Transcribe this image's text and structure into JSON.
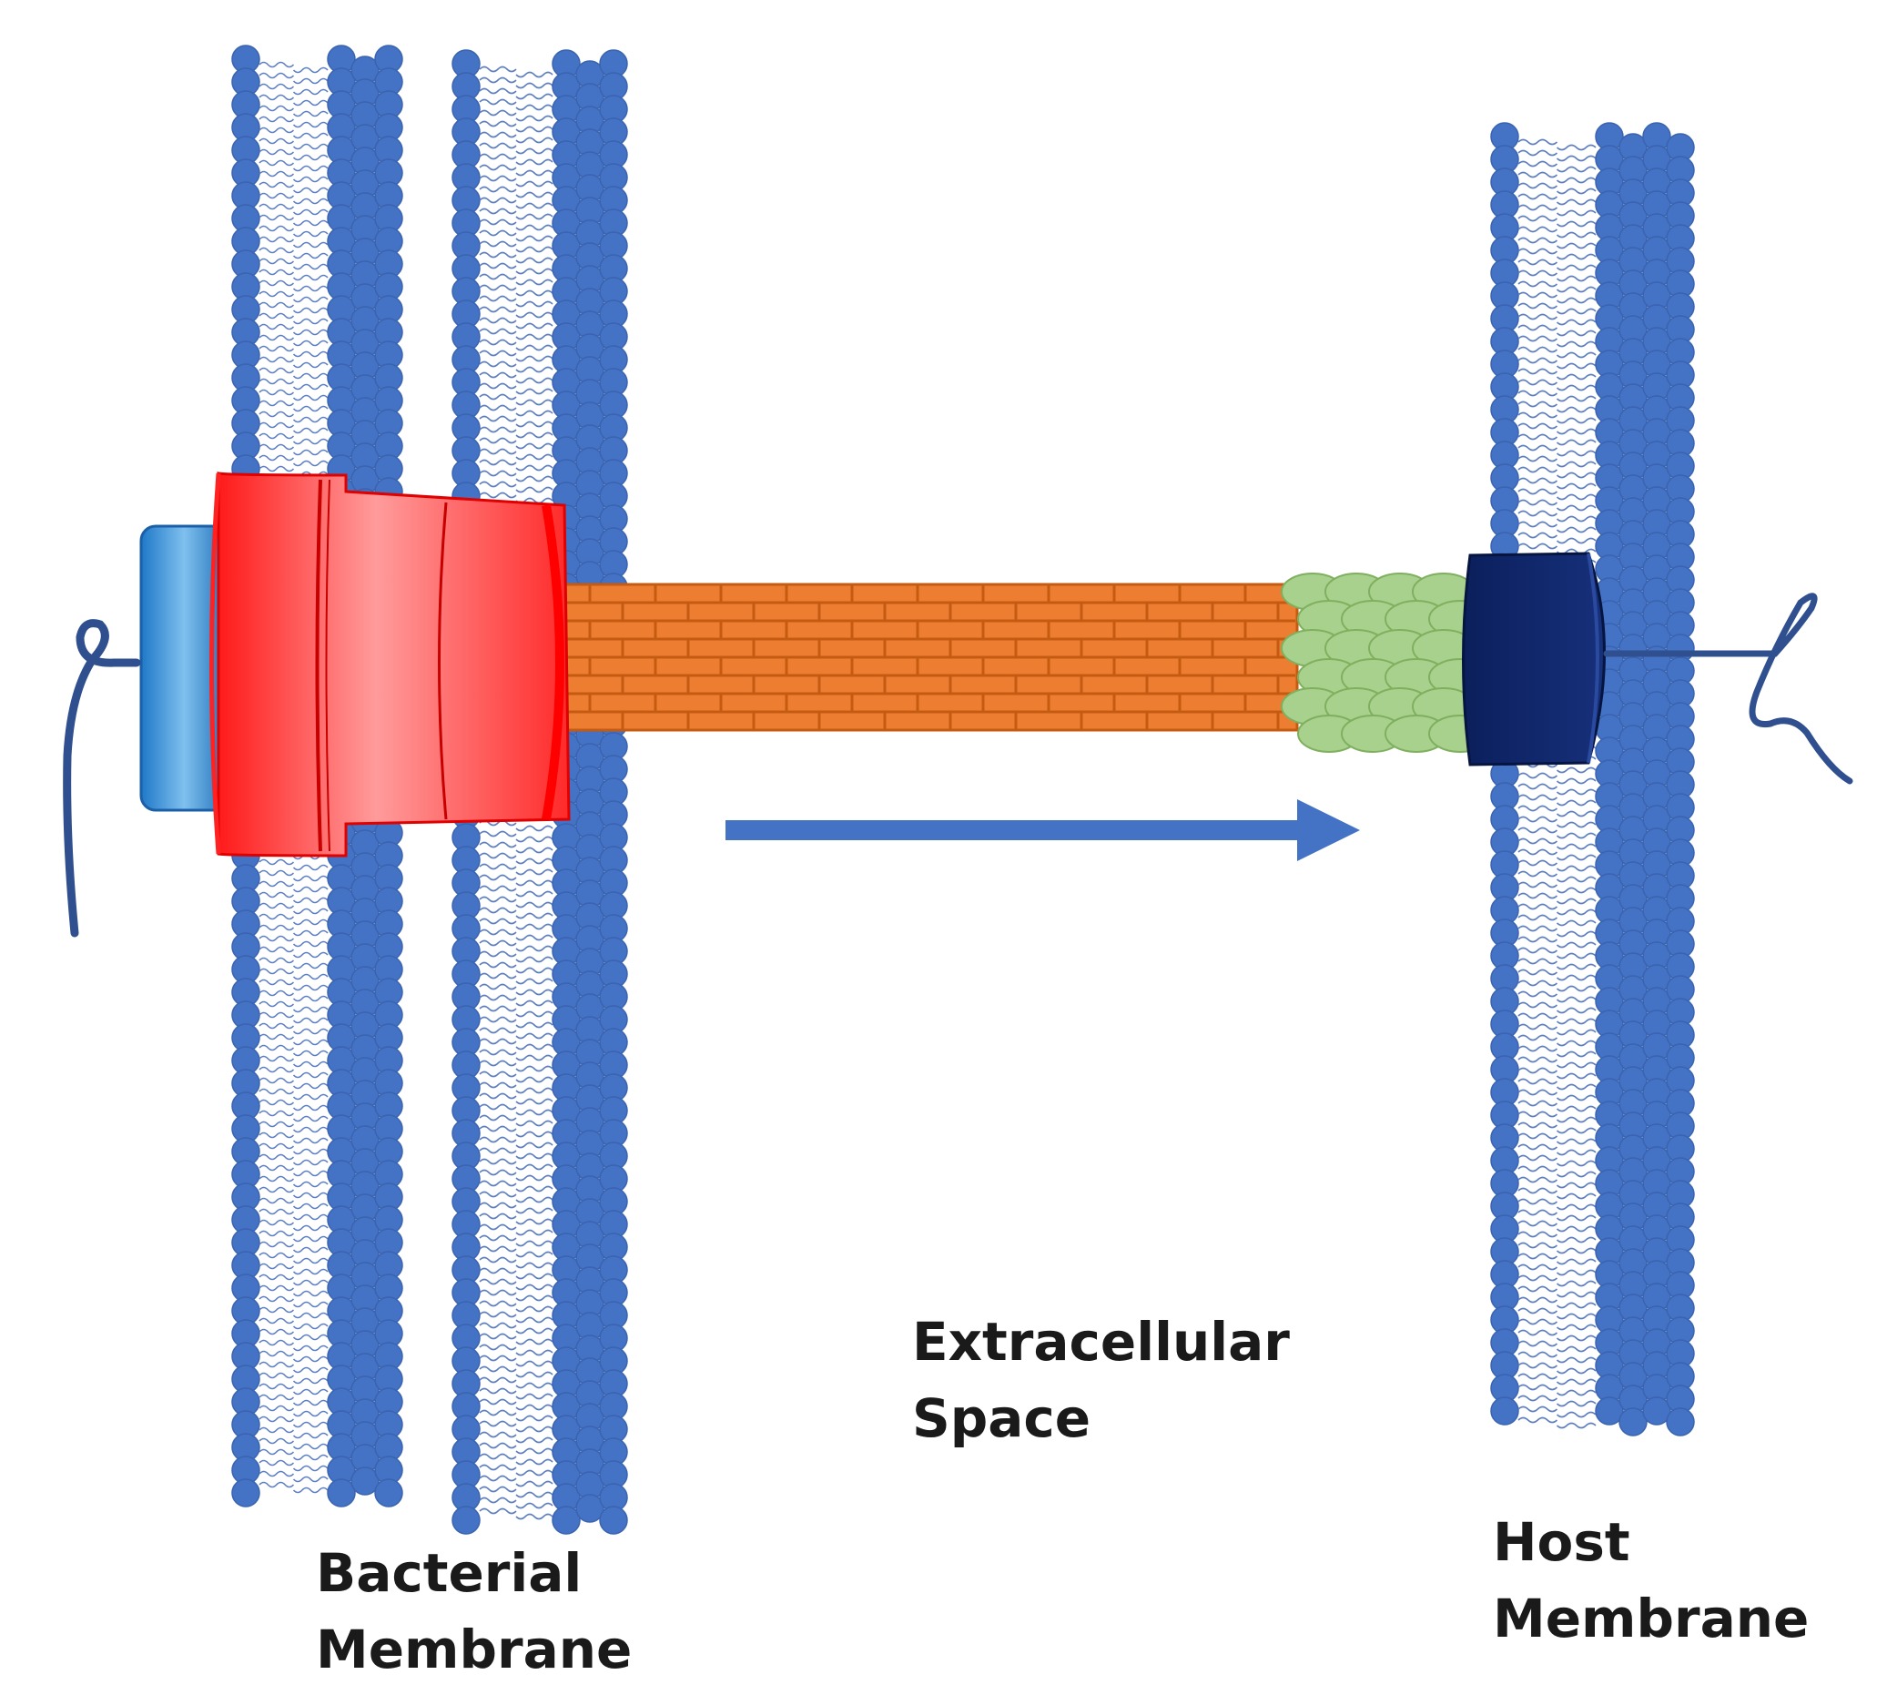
{
  "labels": {
    "bacterial_membrane": [
      "Bacterial",
      "Membrane"
    ],
    "extracellular_space": [
      "Extracellular",
      "Space"
    ],
    "host_membrane": [
      "Host",
      "Membrane"
    ]
  },
  "colors": {
    "lipid_head": "#4472c4",
    "lipid_head_edge": "#3a63b0",
    "lipid_tail": "#5d7fc2",
    "basal_body": "#ff1a1a",
    "cytoplasmic_ring": "#1f78c8",
    "needle": "#ed7d31",
    "needle_seam": "#c55a11",
    "tip_complex": "#a9d18e",
    "tip_complex_edge": "#7fb05e",
    "translocon": "#0b1f5c",
    "effector_strand": "#2f4f8f",
    "arrow": "#4472c4"
  },
  "icons": {
    "transport_direction": "arrow-right-icon"
  }
}
